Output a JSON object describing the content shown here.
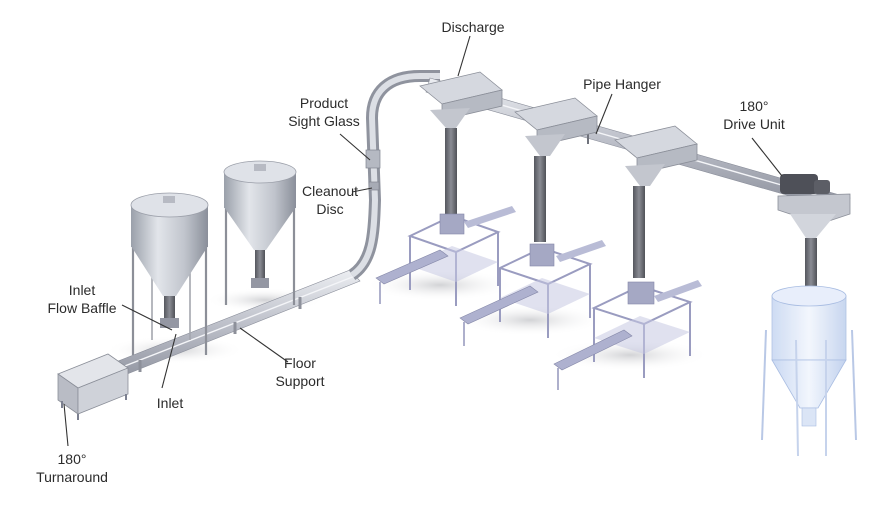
{
  "labels": {
    "discharge": [
      "Discharge"
    ],
    "pipe_hanger": [
      "Pipe Hanger"
    ],
    "drive_unit": [
      "180°",
      "Drive Unit"
    ],
    "product_sight_glass": [
      "Product",
      "Sight Glass"
    ],
    "cleanout_disc": [
      "Cleanout",
      "Disc"
    ],
    "inlet_flow_baffle": [
      "Inlet",
      "Flow Baffle"
    ],
    "floor_support": [
      "Floor",
      "Support"
    ],
    "inlet": [
      "Inlet"
    ],
    "turnaround": [
      "180°",
      "Turnaround"
    ]
  },
  "colors": {
    "metal_light": "#d8dbe2",
    "metal_mid": "#aeb2bc",
    "metal_dark": "#7c8090",
    "frame": "#9a9cc0",
    "column": "#6e7078",
    "motor": "#4e5058",
    "bin_glass": "#d8e4f8",
    "leader": "#333333"
  }
}
